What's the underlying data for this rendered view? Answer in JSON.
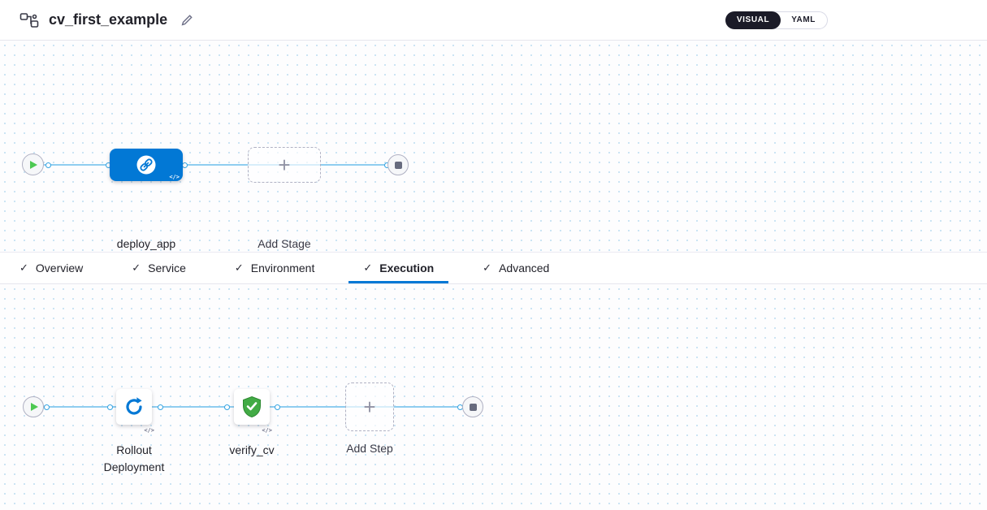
{
  "header": {
    "title": "cv_first_example",
    "view_toggle": {
      "visual_label": "VISUAL",
      "yaml_label": "YAML"
    }
  },
  "icons": {
    "check": "✓",
    "plus": "+",
    "code": "</>"
  },
  "stage_pipeline": {
    "stages": [
      {
        "label": "deploy_app",
        "type": "deployment-stage"
      }
    ],
    "add_stage_label": "Add Stage"
  },
  "tabs": [
    {
      "label": "Overview",
      "active": false
    },
    {
      "label": "Service",
      "active": false
    },
    {
      "label": "Environment",
      "active": false
    },
    {
      "label": "Execution",
      "active": true
    },
    {
      "label": "Advanced",
      "active": false
    }
  ],
  "execution_pipeline": {
    "steps": [
      {
        "label": "Rollout Deployment",
        "type": "k8s-rolling"
      },
      {
        "label": "verify_cv",
        "type": "verify"
      }
    ],
    "add_step_label": "Add Step"
  },
  "colors": {
    "accent_blue": "#0278d5",
    "connector_blue": "#8fcdf0",
    "success_green": "#42ab45",
    "play_green": "#4dc952",
    "toggle_dark": "#1b1b28"
  }
}
